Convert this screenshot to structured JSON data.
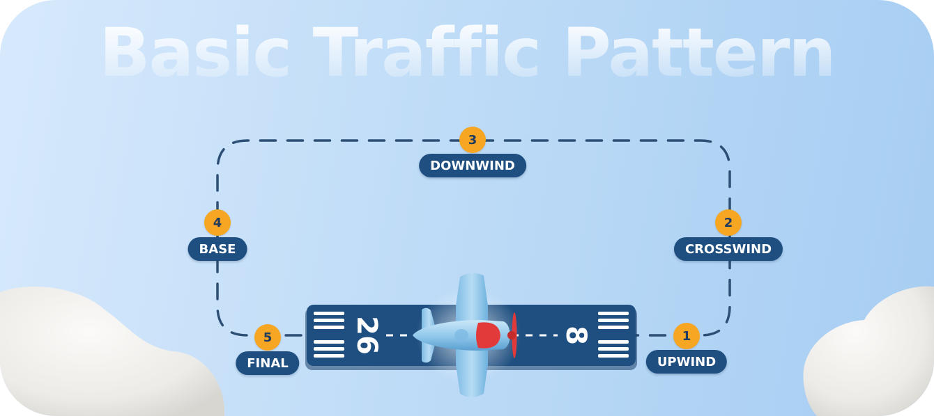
{
  "title": "Basic Traffic Pattern",
  "runway": {
    "left_number": "26",
    "right_number": "8"
  },
  "legs": [
    {
      "number": "1",
      "label": "UPWIND"
    },
    {
      "number": "2",
      "label": "CROSSWIND"
    },
    {
      "number": "3",
      "label": "DOWNWIND"
    },
    {
      "number": "4",
      "label": "BASE"
    },
    {
      "number": "5",
      "label": "FINAL"
    }
  ],
  "colors": {
    "badge": "#f6a623",
    "pill": "#1f4f80",
    "runway": "#1f4f80",
    "path": "#2d4f75",
    "propeller": "#e23a3a",
    "plane": "#8ec7ea"
  }
}
